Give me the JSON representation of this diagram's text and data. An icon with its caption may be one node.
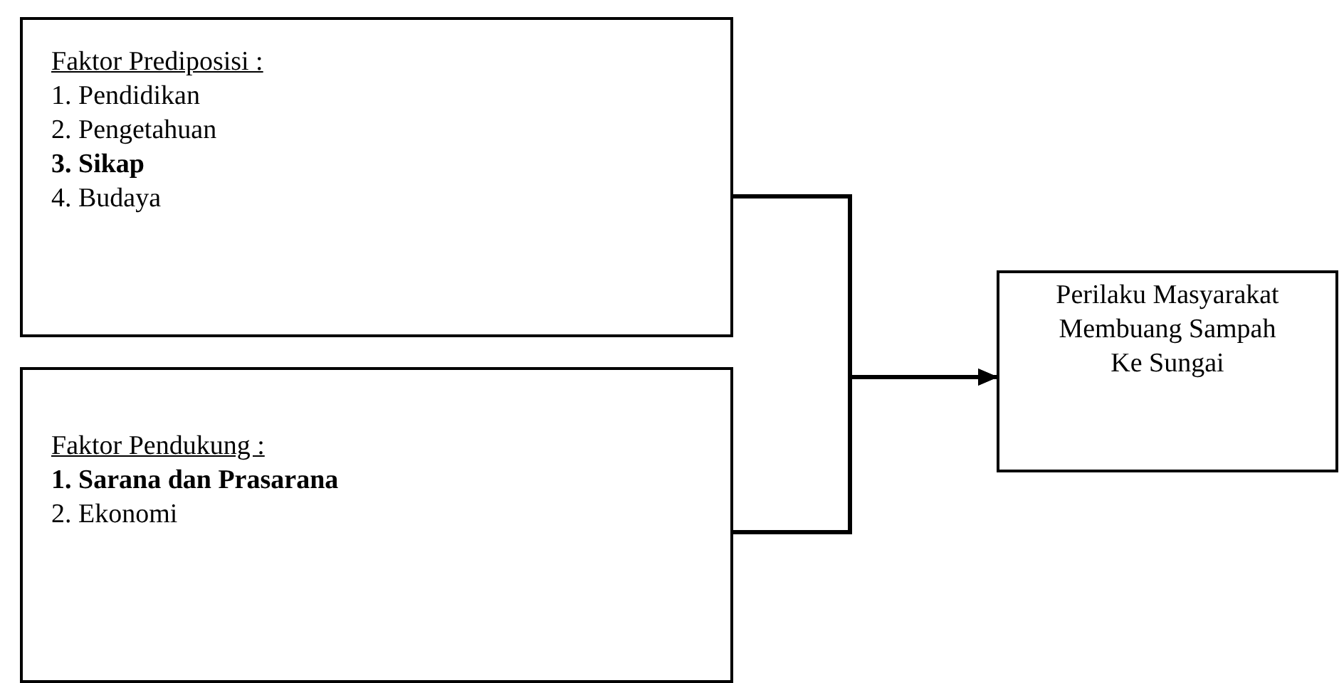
{
  "diagram": {
    "nodes": [
      {
        "text": [
          "Faktor Prediposisi :",
          "1. Pendidikan",
          "2. Pengetahuan",
          "**3. Sikap**",
          "4. Budaya"
        ]
      },
      {
        "text": [
          "Faktor Pendukung :",
          "**1. Sarana dan Prasarana**",
          "2. Ekonomi"
        ]
      },
      {
        "text": [
          "Perilaku Masyarakat Membuang Sampah Ke Sungai"
        ]
      }
    ],
    "edges": [
      {
        "from": 0,
        "to": 2,
        "arrow": "to"
      },
      {
        "from": 1,
        "to": 2,
        "arrow": "to"
      }
    ]
  }
}
